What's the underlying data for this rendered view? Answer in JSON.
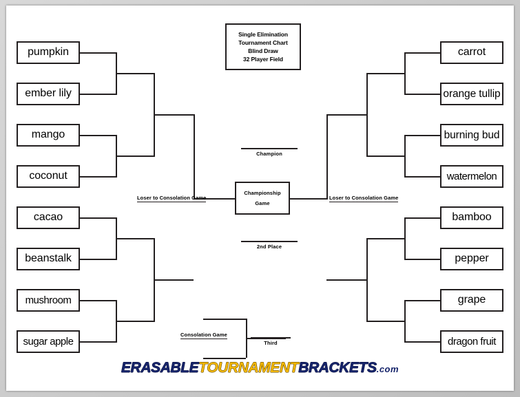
{
  "document": {
    "kind": "single-elimination-bracket",
    "title_card": {
      "lines": [
        "Single Elimination",
        "Tournament Chart",
        "Blind Draw",
        "32 Player Field"
      ]
    }
  },
  "left_bracket": {
    "quadrants": [
      {
        "name": "top-left",
        "slots": [
          {
            "label": "pumpkin"
          },
          {
            "label": "ember lily"
          },
          {
            "label": "mango"
          },
          {
            "label": "coconut"
          }
        ]
      },
      {
        "name": "bottom-left",
        "slots": [
          {
            "label": "cacao"
          },
          {
            "label": "beanstalk"
          },
          {
            "label": "mushroom"
          },
          {
            "label": "sugar apple"
          }
        ]
      }
    ],
    "loser_label": "Loser to Consolation Game"
  },
  "right_bracket": {
    "quadrants": [
      {
        "name": "top-right",
        "slots": [
          {
            "label": "carrot"
          },
          {
            "label": "orange tullip"
          },
          {
            "label": "burning bud"
          },
          {
            "label": "watermelon"
          }
        ]
      },
      {
        "name": "bottom-right",
        "slots": [
          {
            "label": "bamboo"
          },
          {
            "label": "pepper"
          },
          {
            "label": "grape"
          },
          {
            "label": "dragon fruit"
          }
        ]
      }
    ],
    "loser_label": "Loser to Consolation Game"
  },
  "center": {
    "champion_label": "Champion",
    "championship_box": {
      "line1": "Championship",
      "line2": "Game"
    },
    "second_place_label": "2nd Place"
  },
  "consolation": {
    "game_label": "Consolation Game",
    "third_label": "Third"
  },
  "footer": {
    "brand_part1": "ERASABLE",
    "brand_part2": "TOURNAMENT",
    "brand_part3": "BRACKETS",
    "brand_suffix": ".com",
    "colors": {
      "navy": "#16246b",
      "gold": "#f2b705"
    }
  },
  "theme": {
    "line_color": "#231f20",
    "paper": "#ffffff",
    "backdrop": "#c9c9c9"
  }
}
